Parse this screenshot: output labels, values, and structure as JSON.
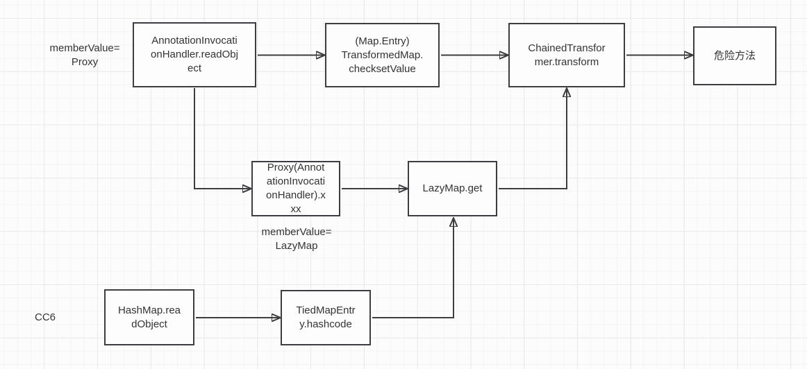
{
  "canvas": {
    "background": "#fcfcfc",
    "grid_minor_color": "#f4f4f4",
    "grid_major_color": "#e9e9e9",
    "stroke_color": "#3b3d40",
    "text_color": "#333333"
  },
  "nodes": [
    {
      "id": "annotation-invocation-handler-readobject",
      "label": "AnnotationInvocati\nonHandler.readObj\nect"
    },
    {
      "id": "transformedmap-checksetvalue",
      "label": "(Map.Entry)\nTransformedMap.\nchecksetValue"
    },
    {
      "id": "chainedtransformer-transform",
      "label": "ChainedTransfor\nmer.transform"
    },
    {
      "id": "danger-method",
      "label": "危险方法"
    },
    {
      "id": "proxy-annotation-invocation-handler-xxx",
      "label": "Proxy(Annot\nationInvocati\nonHandler).x\nxx"
    },
    {
      "id": "lazymap-get",
      "label": "LazyMap.get"
    },
    {
      "id": "hashmap-readobject",
      "label": "HashMap.rea\ndObject"
    },
    {
      "id": "tiedmapentry-hashcode",
      "label": "TiedMapEntr\ny.hashcode"
    }
  ],
  "labels": [
    {
      "id": "membervalue-proxy",
      "text": "memberValue=\nProxy"
    },
    {
      "id": "membervalue-lazymap",
      "text": "memberValue=\nLazyMap"
    },
    {
      "id": "cc6",
      "text": "CC6"
    }
  ]
}
